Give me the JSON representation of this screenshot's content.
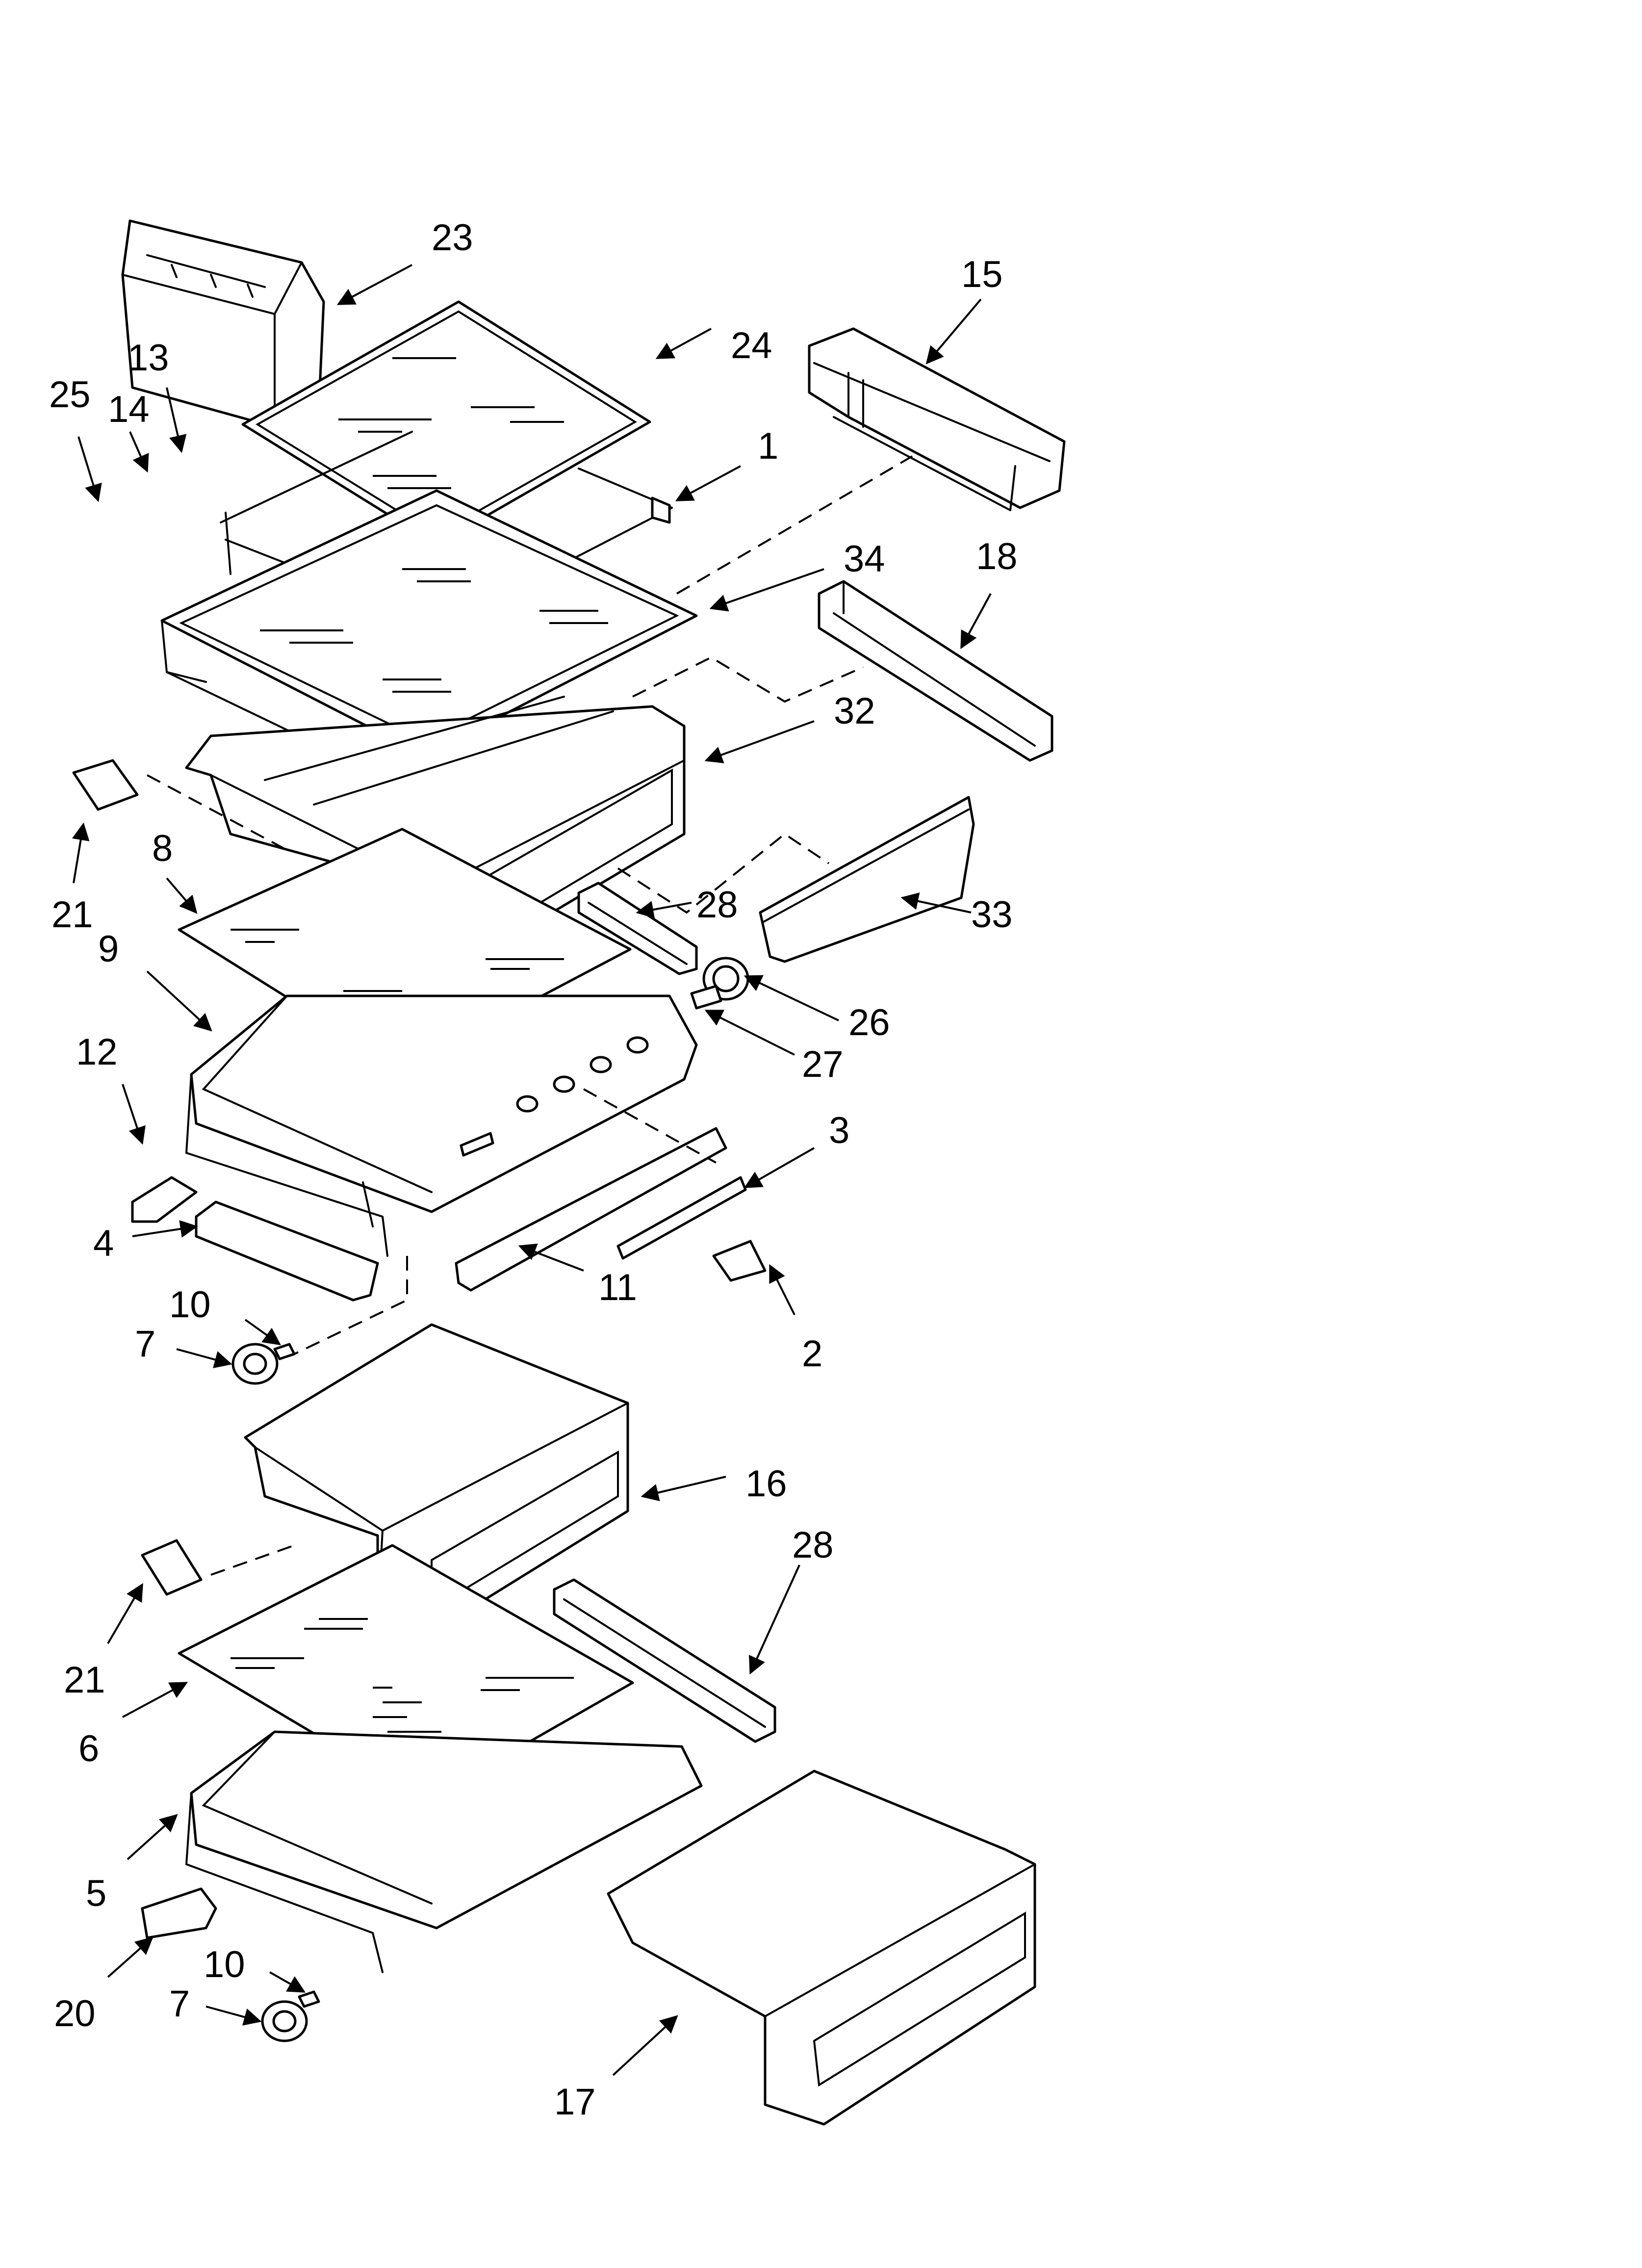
{
  "colors": {
    "line": "#000000",
    "background": "#ffffff"
  },
  "callouts": [
    {
      "id": "c23",
      "label": "23"
    },
    {
      "id": "c15",
      "label": "15"
    },
    {
      "id": "c24",
      "label": "24"
    },
    {
      "id": "c13",
      "label": "13"
    },
    {
      "id": "c25",
      "label": "25"
    },
    {
      "id": "c14",
      "label": "14"
    },
    {
      "id": "c1",
      "label": "1"
    },
    {
      "id": "c34",
      "label": "34"
    },
    {
      "id": "c18",
      "label": "18"
    },
    {
      "id": "c32",
      "label": "32"
    },
    {
      "id": "c8",
      "label": "8"
    },
    {
      "id": "c21a",
      "label": "21"
    },
    {
      "id": "c28a",
      "label": "28"
    },
    {
      "id": "c33",
      "label": "33"
    },
    {
      "id": "c9",
      "label": "9"
    },
    {
      "id": "c26",
      "label": "26"
    },
    {
      "id": "c27",
      "label": "27"
    },
    {
      "id": "c12",
      "label": "12"
    },
    {
      "id": "c3",
      "label": "3"
    },
    {
      "id": "c4",
      "label": "4"
    },
    {
      "id": "c11",
      "label": "11"
    },
    {
      "id": "c10a",
      "label": "10"
    },
    {
      "id": "c7a",
      "label": "7"
    },
    {
      "id": "c2",
      "label": "2"
    },
    {
      "id": "c16",
      "label": "16"
    },
    {
      "id": "c28b",
      "label": "28"
    },
    {
      "id": "c21b",
      "label": "21"
    },
    {
      "id": "c6",
      "label": "6"
    },
    {
      "id": "c5",
      "label": "5"
    },
    {
      "id": "c10b",
      "label": "10"
    },
    {
      "id": "c20",
      "label": "20"
    },
    {
      "id": "c7b",
      "label": "7"
    },
    {
      "id": "c17",
      "label": "17"
    }
  ]
}
